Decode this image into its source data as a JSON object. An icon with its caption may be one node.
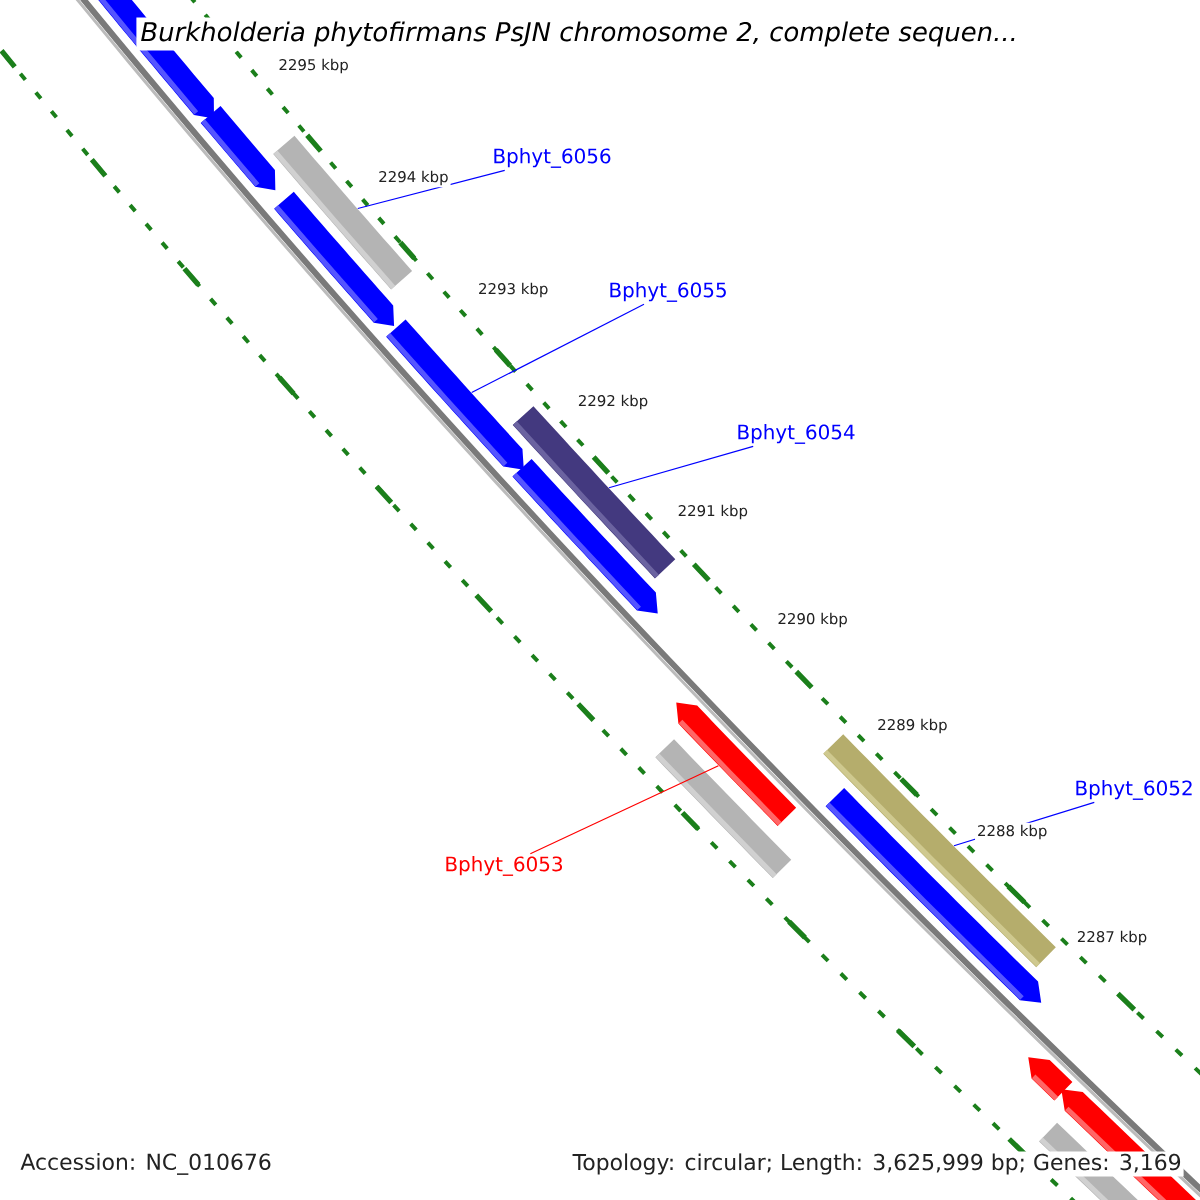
{
  "diagram": {
    "title": "Burkholderia phytofirmans PsJN chromosome 2, complete sequen...",
    "nodes": [
      {
        "text": [
          "Bphyt_6056"
        ]
      },
      {
        "text": [],
        "shape": "bar"
      },
      {
        "text": [
          "Bphyt_6055"
        ]
      },
      {
        "text": [],
        "shape": "arrow"
      },
      {
        "text": [
          "Bphyt_6054"
        ]
      },
      {
        "text": [],
        "shape": "bar"
      },
      {
        "text": [
          "Bphyt_6053"
        ]
      },
      {
        "text": [],
        "shape": "arrow"
      },
      {
        "text": [
          "Bphyt_6052"
        ]
      },
      {
        "text": [],
        "shape": "bar"
      }
    ],
    "edges": [
      {
        "from": 0,
        "to": 1,
        "arrow": "none"
      },
      {
        "from": 2,
        "to": 3,
        "arrow": "none"
      },
      {
        "from": 4,
        "to": 5,
        "arrow": "none"
      },
      {
        "from": 6,
        "to": 7,
        "arrow": "none",
        "color": "#ff0000"
      },
      {
        "from": 8,
        "to": 9,
        "arrow": "none"
      }
    ],
    "labels": [
      "2295 kbp",
      "2294 kbp",
      "2293 kbp",
      "2292 kbp",
      "2291 kbp",
      "2290 kbp",
      "2289 kbp",
      "2288 kbp",
      "2287 kbp",
      "Accession: NC_010676",
      "Topology: circular; Length: 3,625,999 bp; Genes: 3,169"
    ]
  }
}
